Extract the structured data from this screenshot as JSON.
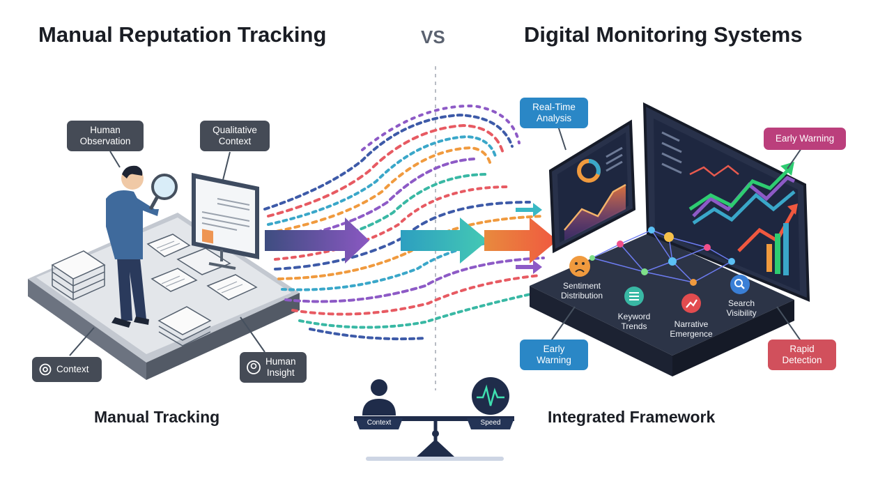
{
  "header": {
    "left_title": "Manual Reputation Tracking",
    "vs": "VS",
    "right_title": "Digital Monitoring Systems"
  },
  "left": {
    "subtitle": "Manual Tracking",
    "tags": {
      "human_observation": "Human\nObservation",
      "qualitative_context": "Qualitative\nContext",
      "context": "Context",
      "human_insight": "Human\nInsight"
    }
  },
  "right": {
    "subtitle": "Integrated Framework",
    "tags": {
      "real_time_analysis": "Real-Time\nAnalysis",
      "early_warning_top": "Early Warning",
      "early_warning_bottom": "Early\nWarning",
      "rapid_detection": "Rapid\nDetection"
    },
    "dashboard_labels": {
      "sentiment": "Sentiment\nDistribution",
      "keyword": "Keyword\nTrends",
      "narrative": "Narrative\nEmergence",
      "search": "Search\nVisibility"
    }
  },
  "balance": {
    "left_label": "Context",
    "right_label": "Speed"
  },
  "colors": {
    "accent_blue": "#2a87c6",
    "accent_pink": "#bb3f7c",
    "accent_red": "#d1505c",
    "dark_tag": "#454b56"
  }
}
